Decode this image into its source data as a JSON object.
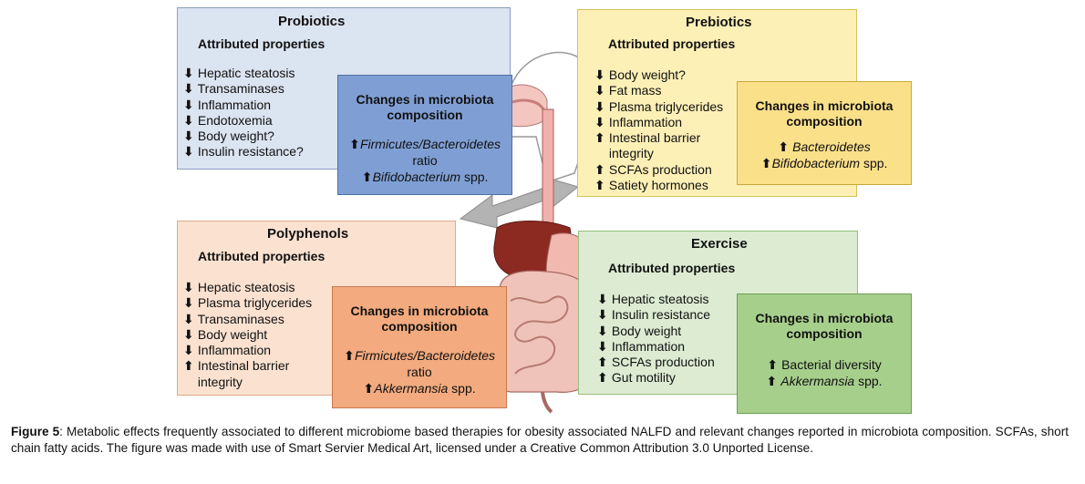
{
  "probiotics": {
    "title": "Probiotics",
    "subtitle": "Attributed properties",
    "properties": [
      {
        "arrow": "down",
        "text": "Hepatic steatosis"
      },
      {
        "arrow": "down",
        "text": "Transaminases"
      },
      {
        "arrow": "down",
        "text": "Inflammation"
      },
      {
        "arrow": "down",
        "text": "Endotoxemia"
      },
      {
        "arrow": "down",
        "text": "Body weight?"
      },
      {
        "arrow": "down",
        "text": "Insulin resistance?"
      }
    ],
    "changes_title": "Changes in microbiota composition",
    "changes_line1_italic": "Firmicutes/Bacteroidetes",
    "changes_line1_rest": "ratio",
    "changes_line2_italic": "Bifidobacterium",
    "changes_line2_rest": " spp."
  },
  "prebiotics": {
    "title": "Prebiotics",
    "subtitle": "Attributed properties",
    "properties": [
      {
        "arrow": "down",
        "text": "Body weight?"
      },
      {
        "arrow": "down",
        "text": "Fat mass"
      },
      {
        "arrow": "down",
        "text": "Plasma triglycerides"
      },
      {
        "arrow": "down",
        "text": "Inflammation"
      },
      {
        "arrow": "up",
        "text": "Intestinal barrier"
      },
      {
        "arrow": "none",
        "text": "integrity"
      },
      {
        "arrow": "up",
        "text": "SCFAs production"
      },
      {
        "arrow": "up",
        "text": "Satiety hormones"
      }
    ],
    "changes_title": "Changes in microbiota composition",
    "changes_line1_italic": "Bacteroidetes",
    "changes_line2_italic": "Bifidobacterium",
    "changes_line2_rest": " spp."
  },
  "polyphenols": {
    "title": "Polyphenols",
    "subtitle": "Attributed properties",
    "properties": [
      {
        "arrow": "down",
        "text": "Hepatic steatosis"
      },
      {
        "arrow": "down",
        "text": "Plasma triglycerides"
      },
      {
        "arrow": "down",
        "text": "Transaminases"
      },
      {
        "arrow": "down",
        "text": "Body weight"
      },
      {
        "arrow": "down",
        "text": "Inflammation"
      },
      {
        "arrow": "up",
        "text": "Intestinal barrier"
      },
      {
        "arrow": "none",
        "text": "integrity"
      }
    ],
    "changes_title": "Changes in microbiota composition",
    "changes_line1_italic": "Firmicutes/Bacteroidetes",
    "changes_line1_rest": "ratio",
    "changes_line2_italic": "Akkermansia",
    "changes_line2_rest": " spp."
  },
  "exercise": {
    "title": "Exercise",
    "subtitle": "Attributed properties",
    "properties": [
      {
        "arrow": "down",
        "text": "Hepatic steatosis"
      },
      {
        "arrow": "down",
        "text": "Insulin resistance"
      },
      {
        "arrow": "down",
        "text": "Body weight"
      },
      {
        "arrow": "down",
        "text": "Inflammation"
      },
      {
        "arrow": "up",
        "text": "SCFAs production"
      },
      {
        "arrow": "up",
        "text": "Gut motility"
      }
    ],
    "changes_title": "Changes in microbiota composition",
    "changes_line1_text": "Bacterial diversity",
    "changes_line2_italic": "Akkermansia",
    "changes_line2_rest": " spp."
  },
  "caption": {
    "label": "Figure 5",
    "text": ": Metabolic effects frequently associated to different microbiome based therapies for obesity associated NALFD and relevant changes reported in microbiota composition. SCFAs, short chain fatty acids. The figure was made with use of Smart Servier Medical Art, licensed under a Creative Common Attribution 3.0 Unported License."
  },
  "colors": {
    "probiotics_bg": "#dbe4f1",
    "probiotics_inner": "#7f9fd4",
    "prebiotics_bg": "#fdf0b6",
    "prebiotics_inner": "#fbe08a",
    "polyphenols_bg": "#fbe2d0",
    "polyphenols_inner": "#f2aa7e",
    "exercise_bg": "#dcebd2",
    "exercise_inner": "#a6cf8c"
  }
}
